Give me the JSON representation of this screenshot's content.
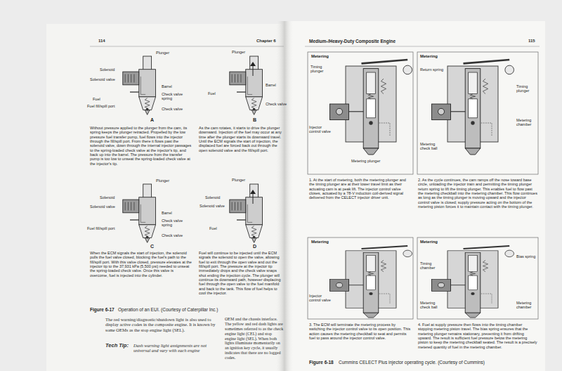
{
  "diagram": {
    "labels": [
      "114",
      "Chapter 6",
      "Plunger",
      "Solenoid",
      "Solenoid valve",
      "Barrel",
      "Check valve spring",
      "Check valve",
      "Fuel",
      "Fuel fill/spill port",
      "A",
      "Plunger",
      "Barrel",
      "Fuel",
      "Check valve",
      "B",
      "Without pressure applied to the plunger from the cam, its spring keeps the plunger retracted. Propelled by the low pressure fuel transfer pump, fuel flows into the injector through the fill/spill port. From there it flows past the solenoid valve, down through the internal injector passages to the spring-loaded check valve at the injector's tip, and back up into the barrel. The pressure from the transfer pump is too low to unseat the spring-loaded check valve at the injector's tip.",
      "As the cam rotates, it starts to drive the plunger downward. Injection of the fuel may occur at any time after the plunger starts its downward travel. Until the ECM signals the start of injection, the displaced fuel are forced back out through the open solenoid valve and the fill/spill port.",
      "Plunger",
      "Solenoid",
      "Solenoid valve",
      "Barrel",
      "Check valve spring",
      "Check valve",
      "Fuel fill/spill port",
      "C",
      "Plunger",
      "Solenoid",
      "Solenoid valve",
      "Fuel",
      "D",
      "When the ECM signals the start of injection, the solenoid pulls the fuel valve closed, blocking the fuel's path to the fill/spill port. With this valve closed, pressure elevates at the injector tip to the 37,931 kPa (5,500 psi) needed to unseat the spring-loaded check valve. Once this valve is overcome, fuel is injected into the cylinder.",
      "Fuel will continue to be injected until the ECM signals the solenoid to open the valve, allowing fuel to exit through the open valve and out the fill/spill port. The pressure at the injector tip immediately drops and the check valve snaps shut ending the injection cycle. The plunger will continue its downward path, however displacing fuel through the open valve to the fuel manifold and back to the tank. This flow of fuel helps to cool the injector.",
      "Figure 6-17",
      "Operation of an EUI. (Courtesy of Caterpillar Inc.)",
      "The red warning/diagnostic/shutdown light is also used to display active codes in the composite engine. It is known by some OEMs as the stop engine light (SEL).",
      "Tech Tip:",
      "Dash warning light assignments are not universal and vary with each engine",
      "OEM and the chassis interface. The yellow and red dash lights are sometimes referred to as the check engine light (CEL) and stop engine light (SEL). When both lights illuminate momentarily on an ignition key cycle, it usually indicates that there are no logged codes.",
      "Medium-/Heavy-Duty Composite Engine",
      "115",
      "Metering",
      "Timing plunger",
      "Injector control valve",
      "Metering plunger",
      "Metering",
      "Return spring",
      "Timing plunger",
      "Metering check ball",
      "Metering chamber",
      "1. At the start of metering, both the metering plunger and the timing plunger are at their lower travel limit as their actuating cam is at peak lift. The injector control valve closes, actuated by a 78-V induction coil-derived signal delivered from the CELECT injector driver unit.",
      "2. As the cycle continues, the cam ramps off the nose toward base circle, unloading the injector train and permitting the timing plunger return spring to lift the timing plunger. This enables fuel to flow past the metering checkball into the metering chamber. This flow continues as long as the timing plunger is moving upward and the injector control valve is closed; supply pressure acting on the bottom of the metering piston forces it to maintain contact with the timing plunger.",
      "Metering",
      "Injector control valve",
      "Metering",
      "Bias spring",
      "Timing chamber",
      "Metering check ball",
      "Metering chamber",
      "3. The ECM will terminate the metering process by switching the injector control valve to its open position. This action causes the metering checkball to seat and permits fuel to pass around the injector control valve.",
      "4. Fuel at supply pressure then flows into the timing chamber stopping metering piston travel. The bias spring ensures that the metering plunger remains stationary, preventing it from drifting upward. The result is sufficient fuel pressure below the metering piston to keep the metering checkball seated. The result is a precisely metered quantity of fuel in the metering chamber.",
      "Figure 6-18",
      "Cummins CELECT Plus injector operating cycle. (Courtesy of Cummins)"
    ]
  }
}
